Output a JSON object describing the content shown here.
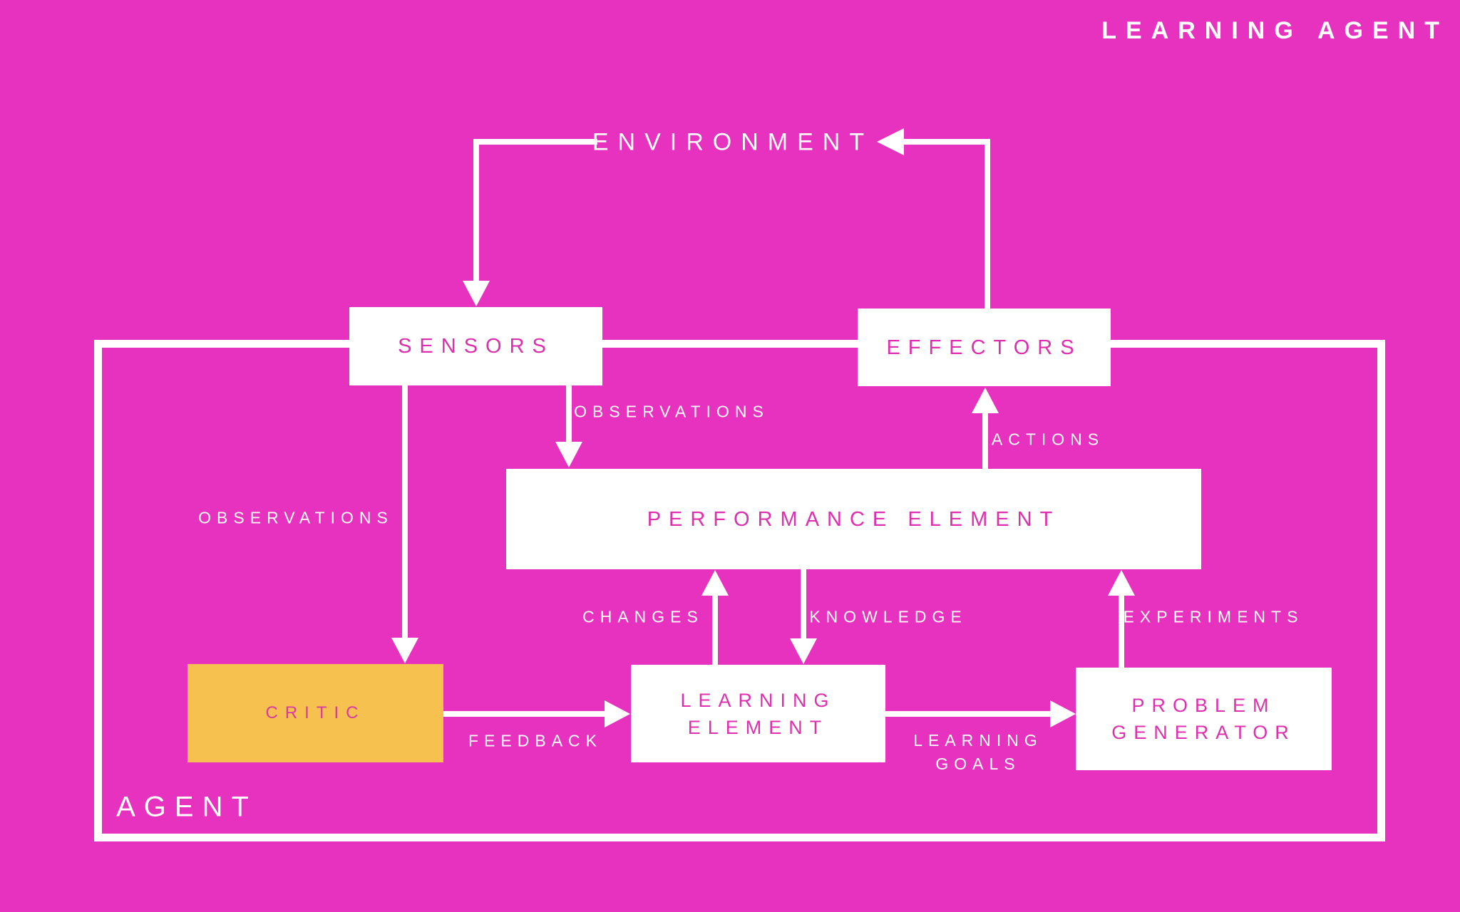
{
  "title": "LEARNING AGENT",
  "agent_label": "AGENT",
  "environment_label": "ENVIRONMENT",
  "boxes": {
    "sensors": "SENSORS",
    "effectors": "EFFECTORS",
    "performance_element": "PERFORMANCE ELEMENT",
    "critic": "CRITIC",
    "learning_element_line1": "LEARNING",
    "learning_element_line2": "ELEMENT",
    "problem_generator_line1": "PROBLEM",
    "problem_generator_line2": "GENERATOR"
  },
  "arrow_labels": {
    "observations_to_critic": "OBSERVATIONS",
    "observations_to_performance": "OBSERVATIONS",
    "actions": "ACTIONS",
    "changes": "CHANGES",
    "knowledge": "KNOWLEDGE",
    "experiments": "EXPERIMENTS",
    "feedback": "FEEDBACK",
    "learning_goals_line1": "LEARNING",
    "learning_goals_line2": "GOALS"
  },
  "colors": {
    "background": "#E732BF",
    "box_fill": "#FFFFFF",
    "box_text": "#DE30AE",
    "critic_fill": "#F6C14E",
    "critic_text": "#D73D9E",
    "line": "#FFFFFF",
    "title_text": "#FFFFFF"
  }
}
